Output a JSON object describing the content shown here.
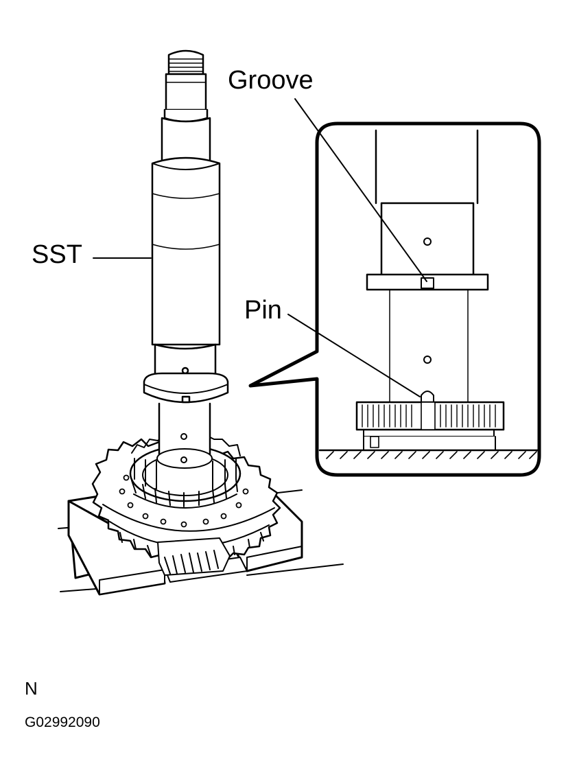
{
  "labels": {
    "groove": "Groove",
    "sst": "SST",
    "pin": "Pin"
  },
  "footer": {
    "code": "N",
    "figure_id": "G02992090"
  },
  "colors": {
    "ink": "#000000",
    "paper": "#ffffff"
  }
}
